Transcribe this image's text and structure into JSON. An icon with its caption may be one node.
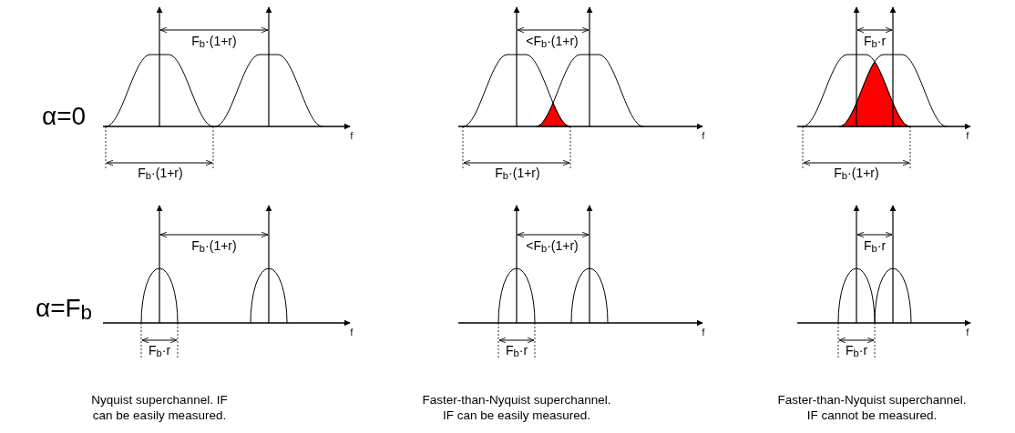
{
  "diagram": {
    "labels": [
      "F$_{b}$·(1+r)",
      "<F$_{b}$·(1+r)",
      "F$_{b}$·r",
      "α=0",
      "f",
      "f",
      "f",
      "F$_{b}$·(1+r)",
      "F$_{b}$·(1+r)",
      "F$_{b}$·(1+r)",
      "F$_{b}$·(1+r)",
      "<F$_{b}$·(1+r)",
      "F$_{b}$·r",
      "α=F$_{b}$",
      "f",
      "f",
      "f",
      "F$_{b}$·r",
      "F$_{b}$·r",
      "F$_{b}$·r",
      "Nyquist superchannel. IF can be easily measured.",
      "Faster-than-Nyquist superchannel. IF can be easily measured.",
      "Faster-than-Nyquist superchannel. IF cannot be measured."
    ]
  }
}
